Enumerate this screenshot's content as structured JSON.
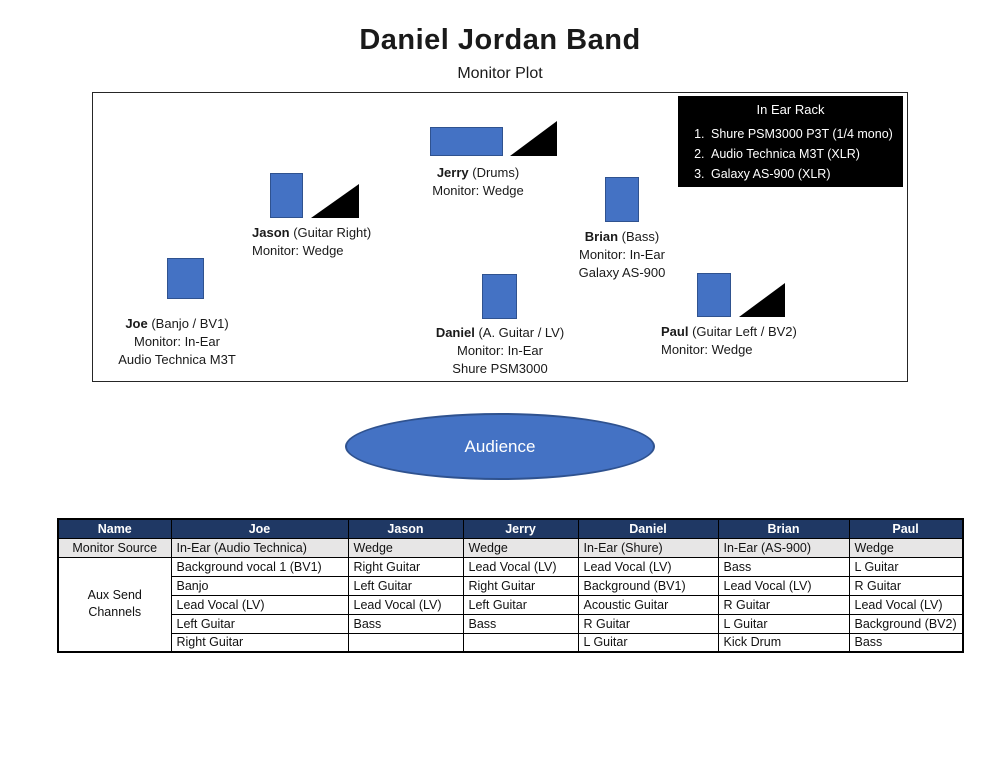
{
  "page": {
    "title": "Daniel Jordan Band",
    "subtitle": "Monitor Plot"
  },
  "colors": {
    "musician_fill": "#4472C4",
    "musician_border": "#2F528F",
    "wedge": "#000000",
    "rack_bg": "#000000",
    "rack_text": "#FFFFFF",
    "table_header_bg": "#1F3864",
    "table_header_text": "#FFFFFF",
    "monitor_row_bg": "#E7E6E6",
    "audience_fill": "#4472C4",
    "audience_border": "#2F528F"
  },
  "stage": {
    "in_ear_rack": {
      "title": "In Ear Rack",
      "items": [
        "Shure PSM3000 P3T (1/4 mono)",
        "Audio Technica M3T (XLR)",
        "Galaxy AS-900 (XLR)"
      ]
    },
    "musicians": [
      {
        "name": "Joe",
        "role": "(Banjo / BV1)",
        "monitor": "Monitor: In-Ear",
        "device": "Audio Technica M3T"
      },
      {
        "name": "Jason",
        "role": "(Guitar Right)",
        "monitor": "Monitor: Wedge"
      },
      {
        "name": "Jerry",
        "role": "(Drums)",
        "monitor": "Monitor: Wedge"
      },
      {
        "name": "Daniel",
        "role": "(A. Guitar / LV)",
        "monitor": "Monitor: In-Ear",
        "device": "Shure PSM3000"
      },
      {
        "name": "Brian",
        "role": "(Bass)",
        "monitor": "Monitor: In-Ear",
        "device": "Galaxy AS-900"
      },
      {
        "name": "Paul",
        "role": "(Guitar Left / BV2)",
        "monitor": "Monitor: Wedge"
      }
    ]
  },
  "audience": {
    "label": "Audience"
  },
  "table": {
    "headers": [
      "Name",
      "Joe",
      "Jason",
      "Jerry",
      "Daniel",
      "Brian",
      "Paul"
    ],
    "monitor_source_label": "Monitor Source",
    "monitor_source": [
      "In-Ear (Audio Technica)",
      "Wedge",
      "Wedge",
      "In-Ear (Shure)",
      "In-Ear (AS-900)",
      "Wedge"
    ],
    "aux_label": "Aux Send Channels",
    "aux_rows": [
      [
        "Background vocal 1 (BV1)",
        "Right Guitar",
        "Lead Vocal (LV)",
        "Lead Vocal (LV)",
        "Bass",
        "L Guitar"
      ],
      [
        "Banjo",
        "Left Guitar",
        "Right Guitar",
        "Background (BV1)",
        "Lead Vocal (LV)",
        "R Guitar"
      ],
      [
        "Lead Vocal (LV)",
        "Lead Vocal (LV)",
        "Left Guitar",
        "Acoustic Guitar",
        "R Guitar",
        "Lead Vocal (LV)"
      ],
      [
        "Left Guitar",
        "Bass",
        "Bass",
        "R Guitar",
        "L Guitar",
        "Background (BV2)"
      ],
      [
        "Right Guitar",
        "",
        "",
        "L Guitar",
        "Kick Drum",
        "Bass"
      ]
    ]
  }
}
